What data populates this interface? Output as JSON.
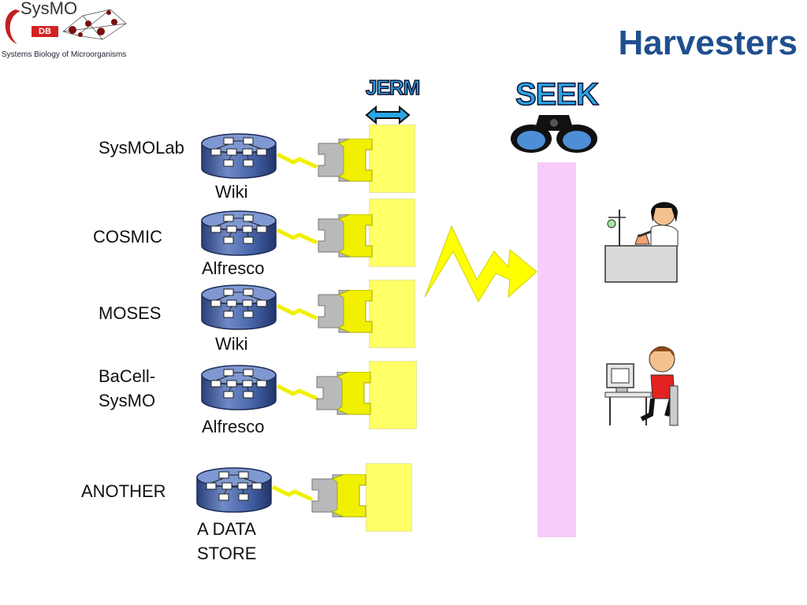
{
  "logo": {
    "name": "SysMO",
    "db": "DB",
    "tagline": "Systems Biology of Microorganisms"
  },
  "title": "Harvesters",
  "jerm_label": "JERM",
  "seek_label": "SEEK",
  "sources": [
    {
      "name": "SysMOLab",
      "store": "Wiki"
    },
    {
      "name": "COSMIC",
      "store": "Alfresco"
    },
    {
      "name": "MOSES",
      "store": "Wiki"
    },
    {
      "name": "BaCell-\nSysMO",
      "store": "Alfresco"
    },
    {
      "name": "ANOTHER",
      "store": "A DATA\nSTORE"
    }
  ],
  "colors": {
    "title": "#1f4f8f",
    "db_cylinder": "#3f5f9f",
    "yellow": "#ffff66",
    "lightning": "#ffff00",
    "pink_bar": "#f8ccf8",
    "wordart_fill": "#2aa6e6"
  },
  "icons": [
    "database-icon",
    "puzzle-adapter-icon",
    "lightning-bolt-icon",
    "binoculars-icon",
    "scientist-lab-icon",
    "computer-user-icon",
    "arrow-left-right-icon"
  ]
}
